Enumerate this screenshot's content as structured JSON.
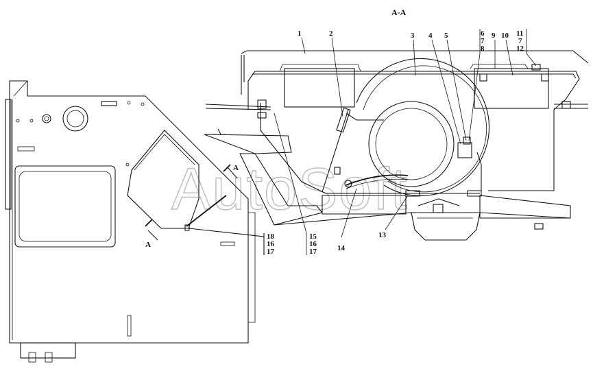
{
  "title": "A-A",
  "watermark": "AutoSoft",
  "section_marks": {
    "upper": "A",
    "lower": "A"
  },
  "callouts": {
    "c1": "1",
    "c2": "2",
    "c3": "3",
    "c4": "4",
    "c5": "5",
    "c6": "6",
    "c7a": "7",
    "c8": "8",
    "c9": "9",
    "c10": "10",
    "c11": "11",
    "c7b": "7",
    "c12": "12",
    "c13": "13",
    "c14": "14",
    "c15": "15",
    "c16a": "16",
    "c17a": "17",
    "c18": "18",
    "c16b": "16",
    "c17b": "17"
  }
}
